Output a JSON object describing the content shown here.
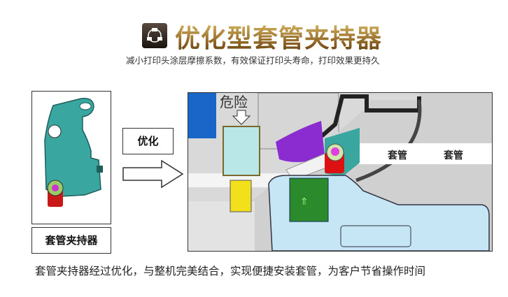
{
  "header": {
    "title": "优化型套管夹持器",
    "subtitle": "减小打印头涂层摩擦系数，有效保证打印头寿命，打印效果更持久",
    "logo_icon": "connection-icon"
  },
  "left_panel": {
    "label": "套管夹持器"
  },
  "middle": {
    "label": "优化",
    "arrow_icon": "arrow-right-icon"
  },
  "right_panel": {
    "danger_label": "危险",
    "tube_label_1": "套管",
    "tube_label_2": "套管"
  },
  "footer": {
    "text": "套管夹持器经过优化，与整机完美结合，实现便捷安装套管，为客户节省操作时间"
  },
  "colors": {
    "teal": "#3aa6a0",
    "gold": "#a07a30",
    "light_blue": "#c6e6f5"
  }
}
